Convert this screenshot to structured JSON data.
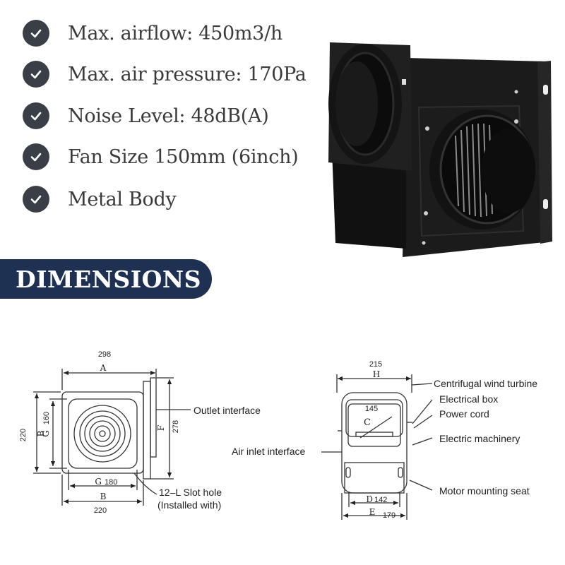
{
  "features": [
    {
      "icon": "check-circle-icon",
      "text": "Max. airflow: 450m3/h"
    },
    {
      "icon": "check-circle-icon",
      "text": "Max. air pressure: 170Pa"
    },
    {
      "icon": "check-circle-icon",
      "text": "Noise Level: 48dB(A)"
    },
    {
      "icon": "check-circle-icon",
      "text": "Fan Size 150mm (6inch)"
    },
    {
      "icon": "check-circle-icon",
      "text": "Metal Body"
    }
  ],
  "banner": {
    "title": "DIMENSIONS",
    "color": "#1f3153"
  },
  "product_image": {
    "icon": "centrifugal-fan-image"
  },
  "front_view": {
    "dim_top": "298",
    "letter_a": "A",
    "dim_left": "220",
    "letter_b_side": "B",
    "dim_g_side": "160",
    "letter_g_side": "G",
    "dim_right": "278",
    "letter_f": "F",
    "letter_g_bottom": "G",
    "dim_g_bottom": "180",
    "letter_b_bottom": "B",
    "dim_bottom": "220",
    "outlet_label": "Outlet interface",
    "slot_label_1": "12–L Slot hole",
    "slot_label_2": "(Installed with)"
  },
  "side_view": {
    "dim_top": "215",
    "letter_h": "H",
    "dim_c": "145",
    "letter_c": "C",
    "letter_d": "D",
    "dim_d": "142",
    "letter_e": "E",
    "dim_e": "179",
    "label_turbine": "Centrifugal wind turbine",
    "label_box": "Electrical box",
    "label_cord": "Power cord",
    "label_machinery": "Electric machinery",
    "label_inlet": "Air inlet interface",
    "label_seat": "Motor mounting seat"
  }
}
